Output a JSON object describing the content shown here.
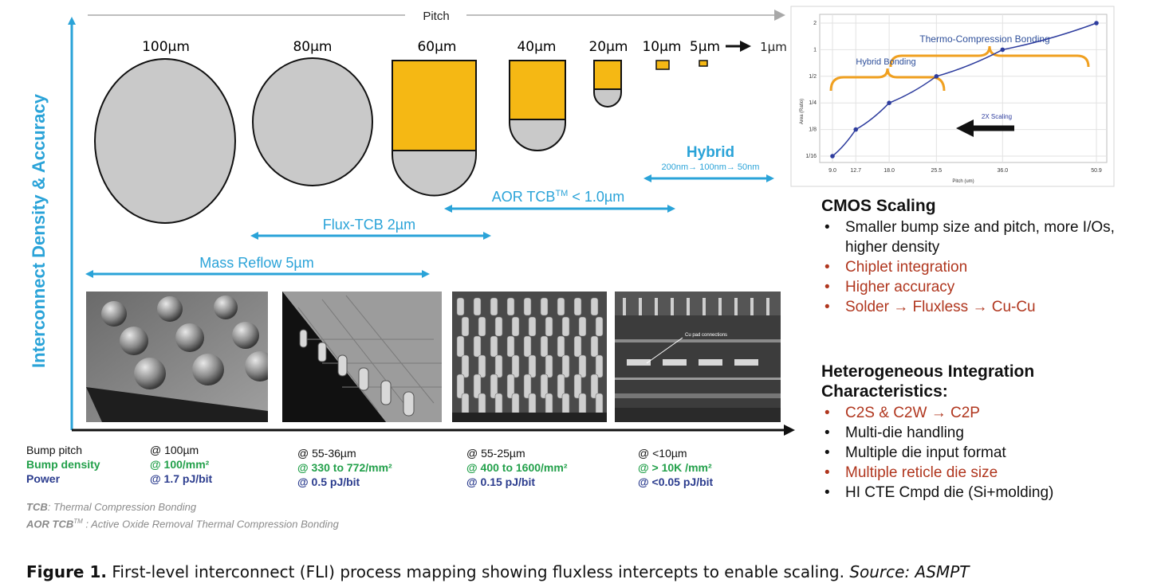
{
  "axis": {
    "y_label": "Interconnect Density & Accuracy",
    "top_arrow_label": "Pitch"
  },
  "pitches": [
    "100µm",
    "80µm",
    "60µm",
    "40µm",
    "20µm",
    "10µm",
    "5µm",
    "1µm"
  ],
  "ranges": {
    "hybrid_title": "Hybrid",
    "hybrid_sub": "200nm→ 100nm→ 50nm",
    "aor": "AOR TCB",
    "aor_sup": "TM",
    "aor_tail": " < 1.0µm",
    "flux": "Flux-TCB 2µm",
    "mass": "Mass Reflow 5µm"
  },
  "inset_chart": {
    "labels": {
      "thermo": "Thermo-Compression Bonding",
      "hybrid": "Hybrid Bonding",
      "scaling": "2X Scaling",
      "ylabel": "Area (Ratio)",
      "xlabel": "Pitch (um)"
    },
    "chart_data": {
      "type": "line",
      "x": [
        9.0,
        12.7,
        18.0,
        25.5,
        36.0,
        50.9
      ],
      "y": [
        0.0625,
        0.125,
        0.25,
        0.5,
        1,
        2
      ],
      "xticks": [
        "9.0",
        "12.7",
        "18.0",
        "25.5",
        "36.0",
        "50.9"
      ],
      "yticks": [
        "1/16",
        "1/8",
        "1/4",
        "1/2",
        "1",
        "2"
      ],
      "xlabel": "Pitch (um)",
      "ylabel": "Area (Ratio)",
      "grid": true,
      "color": "#2e3d9e"
    }
  },
  "panel": {
    "cmos_title": "CMOS Scaling",
    "cmos_items": [
      {
        "text": "Smaller bump size and pitch, more I/Os, higher density",
        "style": "black"
      },
      {
        "text": "Chiplet integration",
        "style": "red"
      },
      {
        "text": "Higher accuracy",
        "style": "red"
      },
      {
        "text": "Solder → Fluxless → Cu-Cu",
        "style": "red"
      }
    ],
    "hi_title_1": "Heterogeneous Integration",
    "hi_title_2": "Characteristics:",
    "hi_items": [
      {
        "text": "C2S & C2W → C2P",
        "style": "red"
      },
      {
        "text": "Multi-die handling",
        "style": "black"
      },
      {
        "text": "Multiple die input format",
        "style": "black"
      },
      {
        "text": "Multiple reticle die size",
        "style": "red"
      },
      {
        "text": "HI CTE Cmpd die (Si+molding)",
        "style": "black"
      }
    ]
  },
  "photos": {
    "inset_label": "Cu pad connections"
  },
  "metrics": {
    "labels": [
      "Bump pitch",
      "Bump density",
      "Power"
    ],
    "columns": [
      {
        "pitch": "@ 100µm",
        "density": "@ 100/mm²",
        "power": "@ 1.7 pJ/bit"
      },
      {
        "pitch": "@ 55-36µm",
        "density": "@ 330 to 772/mm²",
        "power": "@ 0.5 pJ/bit"
      },
      {
        "pitch": "@ 55-25µm",
        "density": "@ 400 to 1600/mm²",
        "power": "@ 0.15 pJ/bit"
      },
      {
        "pitch": "@ <10µm",
        "density": "@ > 10K /mm²",
        "power": "@ <0.05 pJ/bit"
      }
    ]
  },
  "footnotes": {
    "tcb_term": "TCB",
    "tcb_def": ": Thermal Compression Bonding",
    "aor_term": "AOR TCB",
    "aor_sup": "TM",
    "aor_def": " : Active Oxide Removal Thermal Compression Bonding"
  },
  "caption": {
    "lead": "Figure 1.",
    "text": " First-level interconnect (FLI) process mapping showing fluxless intercepts to enable scaling. ",
    "source": "Source: ASMPT"
  },
  "colors": {
    "cyan": "#2aa3d8",
    "gold": "#f5b814",
    "gray_bump": "#c9c9c9",
    "red_text": "#b0361e",
    "green": "#22a04a",
    "navy": "#2b3c8e",
    "bracket": "#f0a020"
  }
}
